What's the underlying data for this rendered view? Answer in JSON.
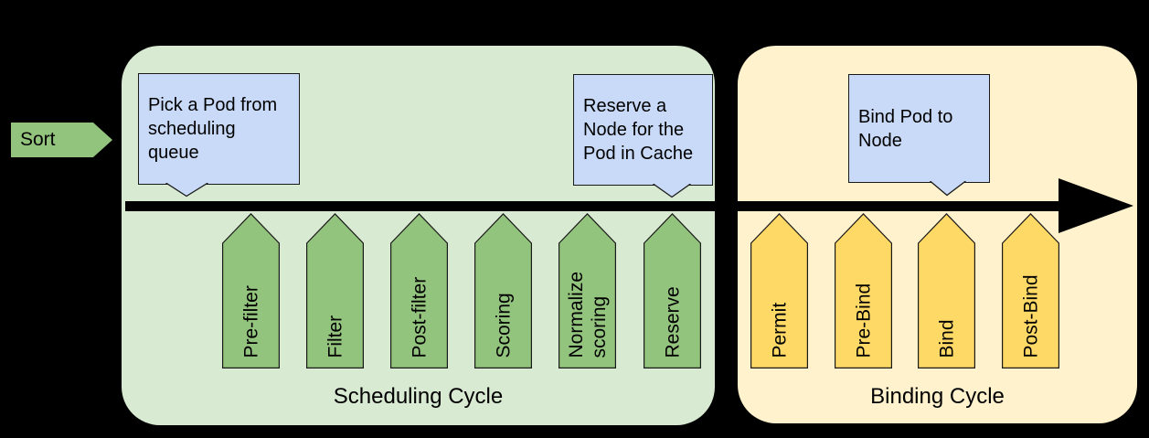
{
  "colors": {
    "background": "#000000",
    "scheduling_container": "#d9ead3",
    "scheduling_arrow": "#93c47d",
    "binding_container": "#fff2cc",
    "binding_arrow": "#ffd966",
    "callout": "#c9daf8",
    "timeline": "#000000"
  },
  "sort": {
    "label": "Sort"
  },
  "scheduling_cycle": {
    "label": "Scheduling Cycle",
    "steps": [
      "Pre-filter",
      "Filter",
      "Post-filter",
      "Scoring",
      "Normalize\nscoring",
      "Reserve"
    ]
  },
  "binding_cycle": {
    "label": "Binding Cycle",
    "steps": [
      "Permit",
      "Pre-Bind",
      "Bind",
      "Post-Bind"
    ]
  },
  "callouts": {
    "pick_pod": "Pick a Pod from\nscheduling\nqueue",
    "reserve_node": "Reserve a\nNode for the\nPod in Cache",
    "bind_pod": "Bind Pod to\nNode"
  }
}
